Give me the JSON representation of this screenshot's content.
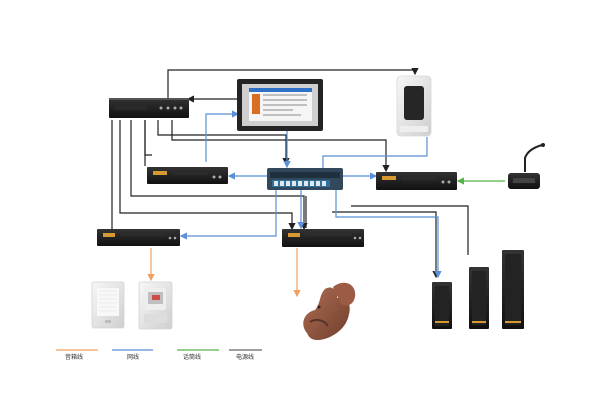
{
  "diagram": {
    "legend": {
      "items": [
        {
          "label": "音箱线",
          "color": "#f0a160"
        },
        {
          "label": "网线",
          "color": "#5b8fd8"
        },
        {
          "label": "话筒线",
          "color": "#55b24a"
        },
        {
          "label": "电源线",
          "color": "#666666"
        }
      ]
    },
    "devices": {
      "power_sequencer": "power-sequencer",
      "control_panel": "control-panel",
      "call_station": "call-station",
      "network_switch": "network-switch",
      "mixer_left": "mixer-left",
      "mixer_right": "mixer-right",
      "amplifier_left": "amplifier-left",
      "amplifier_center": "amplifier-center",
      "desktop_microphone": "desktop-microphone",
      "wall_speaker": "wall-speaker",
      "intercom_panel": "intercom-panel",
      "squirrel_speaker": "squirrel-speaker",
      "column_speakers": [
        "column-speaker-small",
        "column-speaker-medium",
        "column-speaker-large"
      ]
    },
    "colors": {
      "speaker_line": "#f0a160",
      "network_line": "#5b8fd8",
      "mic_line": "#55b24a",
      "power_line": "#666666",
      "device_dark": "#1f1f1f"
    }
  }
}
